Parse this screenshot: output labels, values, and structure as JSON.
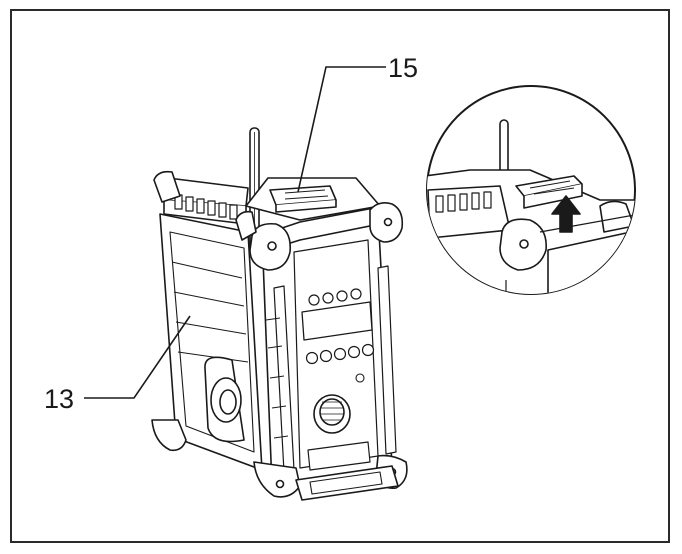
{
  "figure": {
    "callouts": [
      {
        "id": "15",
        "label": "15"
      },
      {
        "id": "13",
        "label": "13"
      }
    ],
    "colors": {
      "ink": "#1a1a1a",
      "paper": "#ffffff",
      "frame": "#2a2a2a"
    },
    "icons": [
      "radio-illustration",
      "antenna-icon",
      "speaker-icon",
      "volume-knob-icon",
      "up-arrow-icon"
    ]
  }
}
